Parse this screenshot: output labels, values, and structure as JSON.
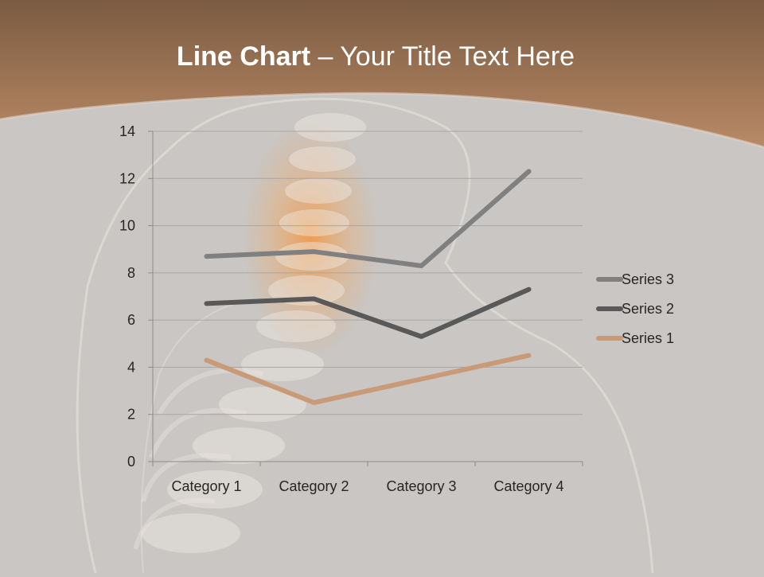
{
  "slide": {
    "title_bold": "Line Chart",
    "title_rest": " – Your Title Text Here",
    "colors": {
      "header_top": "#7b5b42",
      "header_bottom": "#b98a66",
      "background": "#c9c6c3",
      "background_light": "#d6d3d0"
    }
  },
  "chart_data": {
    "type": "line",
    "title": "",
    "xlabel": "",
    "ylabel": "",
    "categories": [
      "Category 1",
      "Category 2",
      "Category 3",
      "Category 4"
    ],
    "ylim": [
      0,
      14
    ],
    "yticks": [
      0,
      2,
      4,
      6,
      8,
      10,
      12,
      14
    ],
    "grid": true,
    "legend_position": "right",
    "series": [
      {
        "name": "Series 1",
        "values": [
          4.3,
          2.5,
          3.5,
          4.5
        ],
        "color": "#c89a78"
      },
      {
        "name": "Series 2",
        "values": [
          6.7,
          6.9,
          5.3,
          7.3
        ],
        "color": "#595959"
      },
      {
        "name": "Series 3",
        "values": [
          8.7,
          8.9,
          8.3,
          12.3
        ],
        "color": "#808080"
      }
    ]
  }
}
